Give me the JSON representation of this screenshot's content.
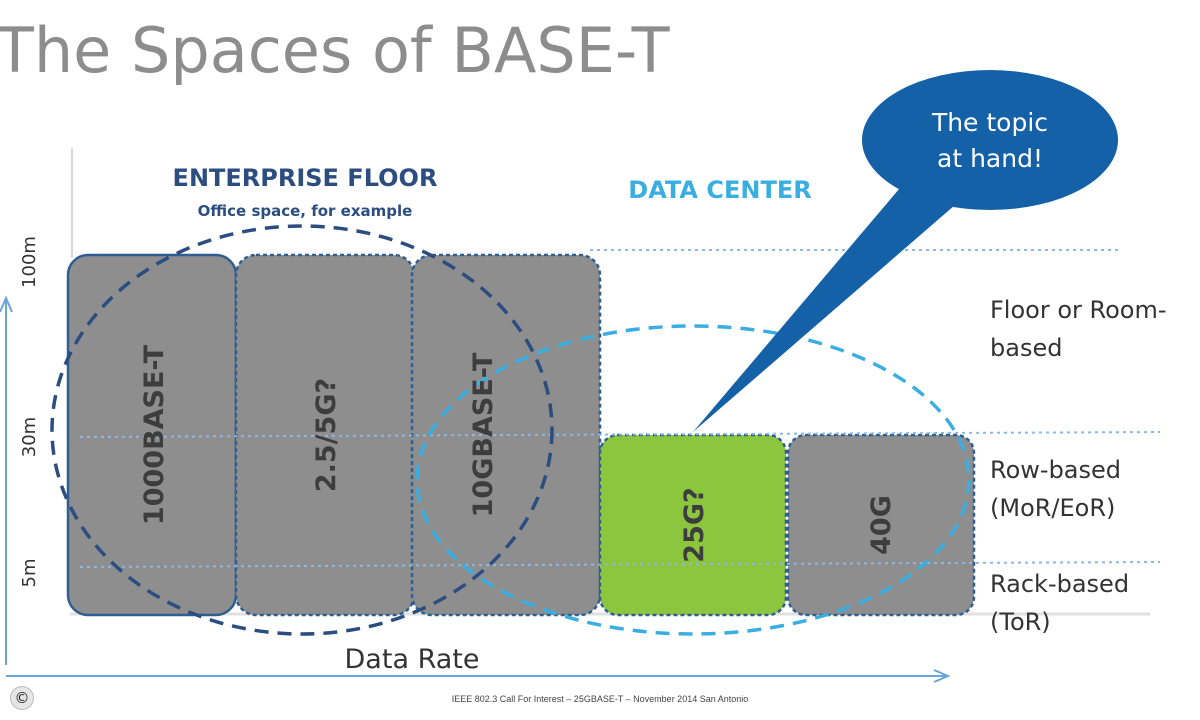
{
  "title": "The Spaces of BASE-T",
  "regions": {
    "enterprise": {
      "heading": "ENTERPRISE FLOOR",
      "subheading": "Office space, for example"
    },
    "datacenter": {
      "heading": "DATA CENTER"
    }
  },
  "callout": {
    "line1": "The topic",
    "line2": "at hand!"
  },
  "y_axis": {
    "ticks": [
      "100m",
      "30m",
      "5m"
    ]
  },
  "x_axis": {
    "label": "Data Rate"
  },
  "technologies": [
    {
      "label": "1000BASE-T",
      "reach_m": 100
    },
    {
      "label": "2.5/5G?",
      "reach_m": 100
    },
    {
      "label": "10GBASE-T",
      "reach_m": 100
    },
    {
      "label": "25G?",
      "reach_m": 30,
      "highlight": true
    },
    {
      "label": "40G",
      "reach_m": 30
    }
  ],
  "right_labels": {
    "floor_line1": "Floor or Room-",
    "floor_line2": "based",
    "row_line1": "Row-based",
    "row_line2": "(MoR/EoR)",
    "rack_line1": "Rack-based",
    "rack_line2": "(ToR)"
  },
  "footer": "IEEE 802.3 Call For Interest – 25GBASE-T – November 2014 San Antonio",
  "copyright_symbol": "©",
  "colors": {
    "box_fill": "#8e8e8e",
    "box_stroke": "#2f5f92",
    "highlight_fill": "#8cc63f",
    "enterprise_blue": "#2c4d7f",
    "datacenter_blue": "#3aaee0",
    "callout_blue": "#1461a8",
    "axis_blue": "#6aa4d8"
  }
}
